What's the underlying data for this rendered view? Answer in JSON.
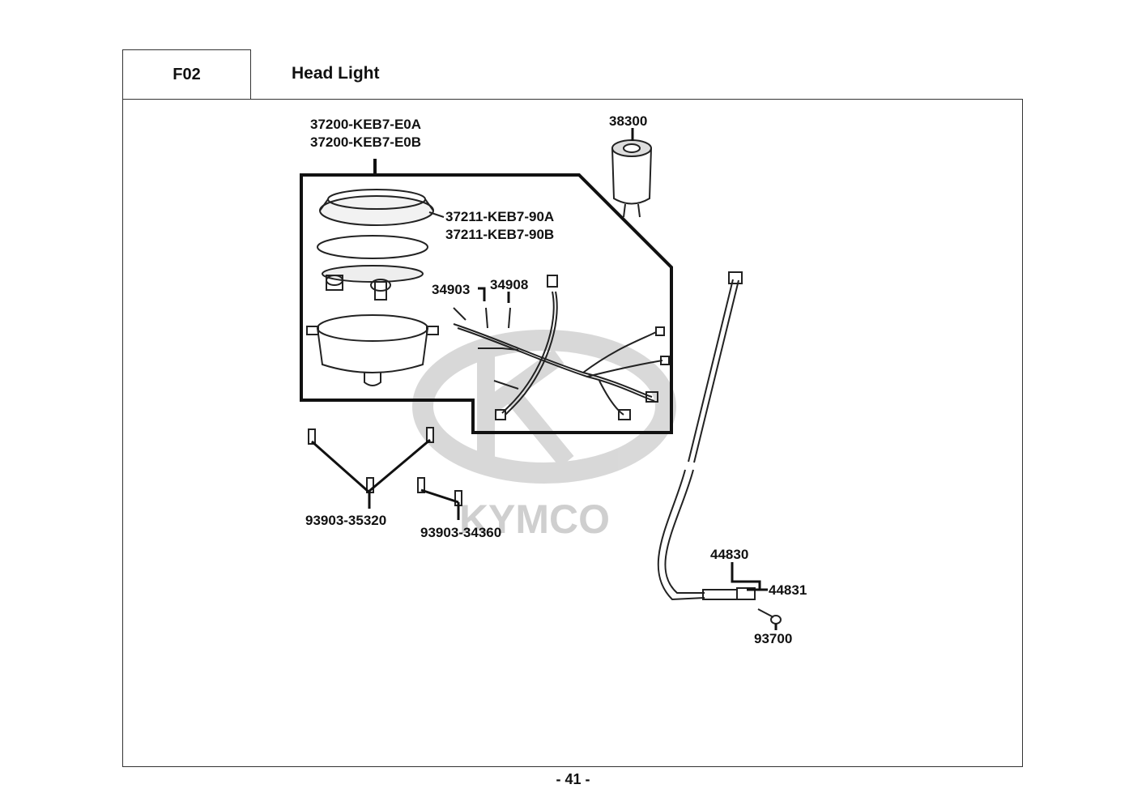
{
  "header": {
    "code": "F02",
    "title": "Head Light"
  },
  "watermark": {
    "text": "KYMCO"
  },
  "labels": {
    "meter_assy_a": "37200-KEB7-E0A",
    "meter_assy_b": "37200-KEB7-E0B",
    "lens_a": "37211-KEB7-90A",
    "lens_b": "37211-KEB7-90B",
    "socket": "38300",
    "bulb_1": "34903",
    "bulb_2": "34908",
    "screw_1": "93903-35320",
    "screw_2": "93903-34360",
    "cable_a": "44830",
    "cable_b": "44831",
    "bolt": "93700"
  },
  "page_number": "- 41 -"
}
